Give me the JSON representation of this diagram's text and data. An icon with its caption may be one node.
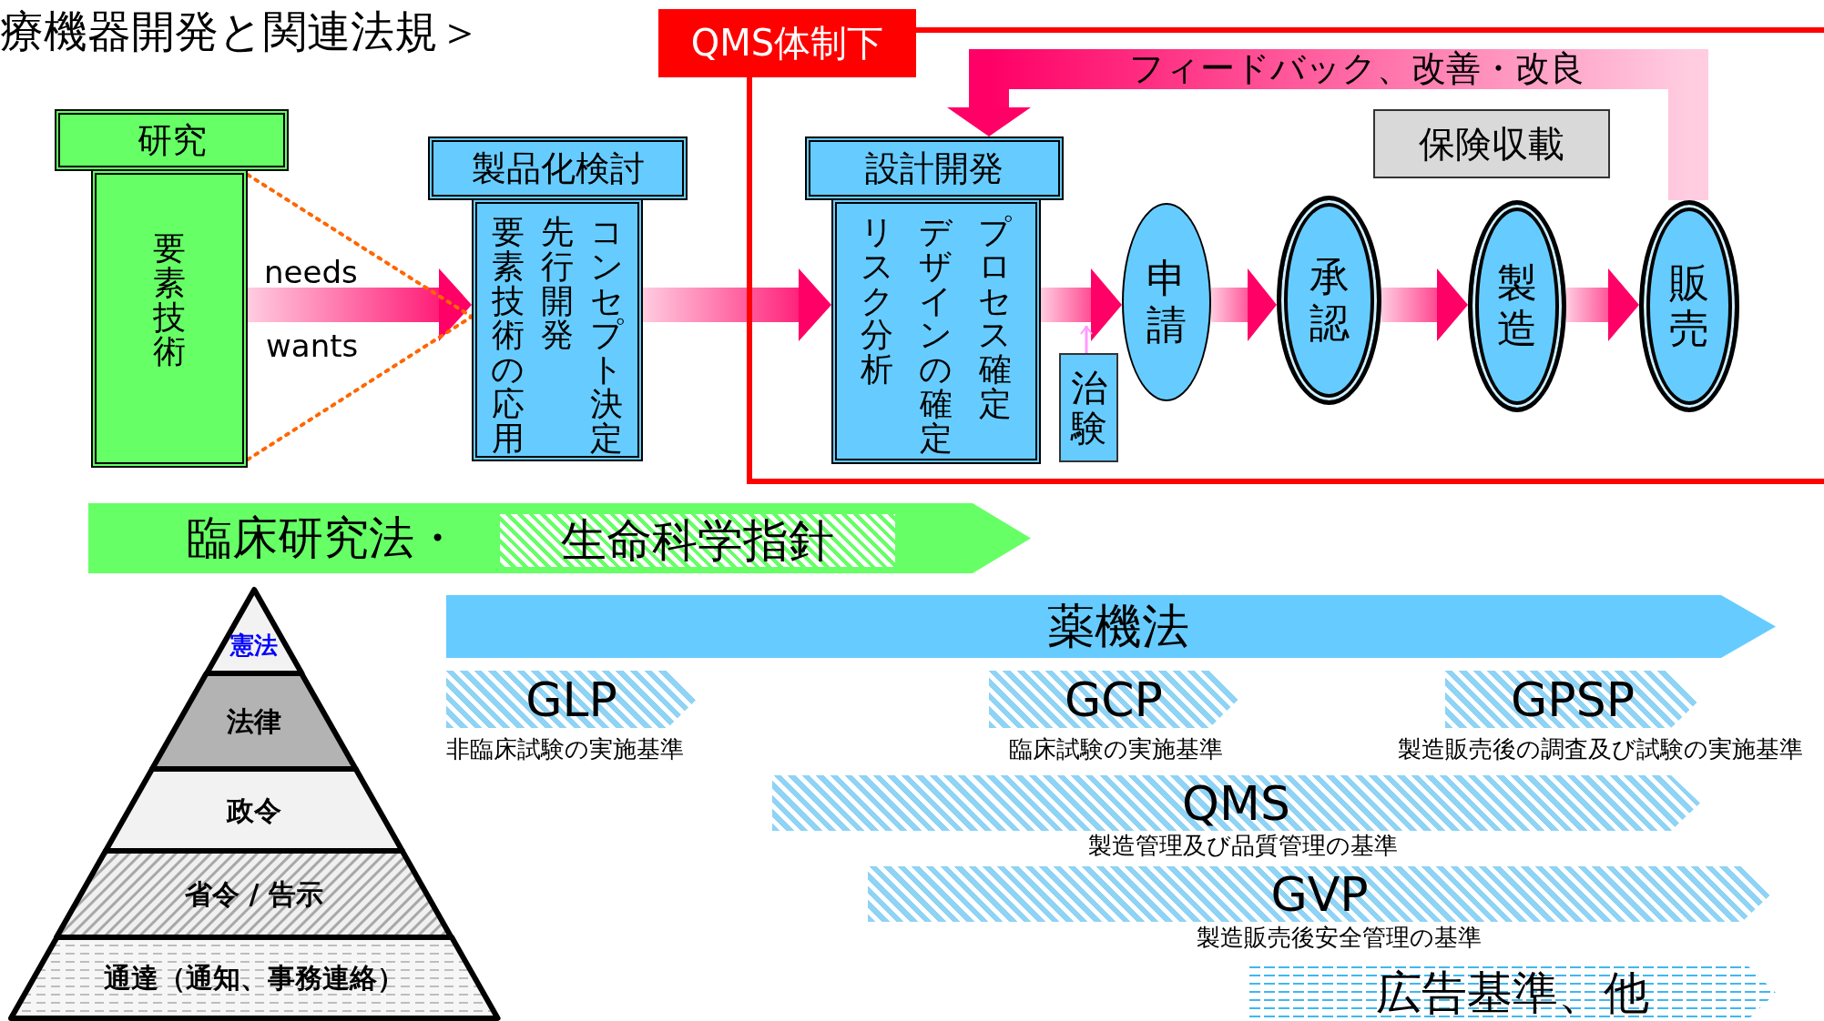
{
  "diagram": {
    "title": "療機器開発と関連法規＞",
    "nodes": [
      {
        "text": [
          "研究",
          "要素技術"
        ]
      },
      {
        "text": [
          "製品化検討",
          "コンセプト決定",
          "先行開発",
          "要素技術の応用"
        ]
      },
      {
        "text": [
          "QMS体制下"
        ]
      },
      {
        "text": [
          "設計開発",
          "プロセス確定",
          "デザインの確定",
          "リスク分析"
        ],
        "in": 2
      },
      {
        "text": [
          "保険収載"
        ],
        "in": 2
      },
      {
        "text": [
          "治験"
        ],
        "in": 2
      },
      {
        "text": [
          "申請"
        ],
        "in": 2
      },
      {
        "text": [
          "承認"
        ],
        "in": 2
      },
      {
        "text": [
          "製造"
        ],
        "in": 2
      },
      {
        "text": [
          "販売"
        ],
        "in": 2
      },
      {
        "text": [
          "臨床研究法・"
        ]
      },
      {
        "text": [
          "生命科学指針"
        ],
        "in": 10
      },
      {
        "text": [
          "憲法"
        ]
      },
      {
        "text": [
          "法律"
        ]
      },
      {
        "text": [
          "政令"
        ]
      },
      {
        "text": [
          "省令 / 告示"
        ]
      },
      {
        "text": [
          "通達（通知、事務連絡）"
        ]
      },
      {
        "text": [
          "薬機法"
        ]
      },
      {
        "text": [
          "GLP"
        ],
        "beside": [
          "非臨床試験の実施基準"
        ]
      },
      {
        "text": [
          "GCP"
        ],
        "beside": [
          "臨床試験の実施基準"
        ]
      },
      {
        "text": [
          "GPSP"
        ],
        "beside": [
          "製造販売後の調査及び試験の実施基準"
        ]
      },
      {
        "text": [
          "QMS"
        ],
        "beside": [
          "製造管理及び品質管理の基準"
        ]
      },
      {
        "text": [
          "GVP"
        ],
        "beside": [
          "製造販売後安全管理の基準"
        ]
      },
      {
        "text": [
          "広告基準、他"
        ]
      }
    ],
    "edges": [
      {
        "from": 0,
        "to": 1,
        "arrow": "to",
        "style": "thick"
      },
      {
        "from": 1,
        "to": 3,
        "arrow": "to",
        "style": "thick"
      },
      {
        "from": 3,
        "to": 6,
        "arrow": "to",
        "style": "thick"
      },
      {
        "from": 6,
        "to": 7,
        "arrow": "to",
        "style": "thick"
      },
      {
        "from": 7,
        "to": 8,
        "arrow": "to",
        "style": "thick"
      },
      {
        "from": 8,
        "to": 9,
        "arrow": "to",
        "style": "thick"
      },
      {
        "from": 5,
        "to": null,
        "arrow": "to",
        "color": "#ff99ff"
      },
      {
        "from": 0,
        "to": 1,
        "arrow": "none",
        "style": "dashed",
        "color": "#ff6600"
      },
      {
        "from": 0,
        "to": 1,
        "arrow": "none",
        "style": "dashed",
        "color": "#ff6600"
      },
      {
        "from": 9,
        "to": 3,
        "arrow": "to",
        "style": "thick",
        "label": "フィードバック、改善・改良"
      }
    ],
    "labels": [
      "needs",
      "wants"
    ]
  }
}
